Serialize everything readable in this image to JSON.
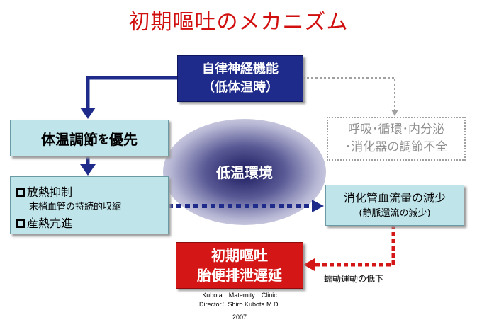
{
  "title": "初期嘔吐のメカニズム",
  "environment_label": "低温環境",
  "autonomic": {
    "line1": "自律神経機能",
    "line2": "（低体温時）"
  },
  "respiration": {
    "line1": "呼吸･循環･内分泌",
    "line2": "･消化器の調節不全"
  },
  "thermoregulation": {
    "part1": "体温調節",
    "connector": "を",
    "part2": "優先"
  },
  "heat": {
    "item1": "放熱抑制",
    "item1_sub": "末梢血管の持続的収縮",
    "item2": "産熱亢進"
  },
  "blood_flow": {
    "line1": "消化管血流量の減少",
    "line2": "(静脈還流の減少)"
  },
  "vomiting": {
    "line1": "初期嘔吐",
    "line2": "胎便排泄遅延"
  },
  "peristalsis_label": "蠕動運動の低下",
  "credit": {
    "line1": "Kubota　Maternity　Clinic",
    "line2": "Director：Shiro Kubota M.D.",
    "year": "2007"
  },
  "colors": {
    "title": "#d10f0f",
    "navy": "#1f2b8a",
    "light_blue": "#bfe4ea",
    "red": "#d41616",
    "gray": "#a0a0a0"
  }
}
